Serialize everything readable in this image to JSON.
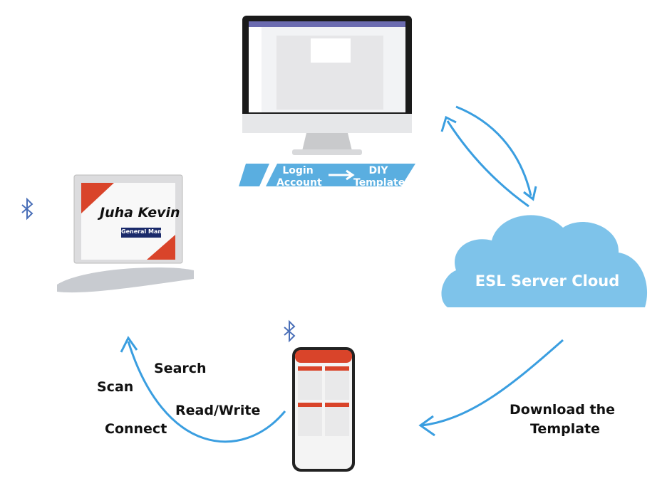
{
  "banner": {
    "step1": "Login\nAccount",
    "step1_line1": "Login",
    "step1_line2": "Account",
    "step2_line1": "DIY",
    "step2_line2": "Template"
  },
  "cloud": {
    "label": "ESL Server Cloud",
    "color": "#7ec3ea"
  },
  "display": {
    "name": "Juha Kevin",
    "title": "General Manager"
  },
  "labels": {
    "download_line1": "Download the",
    "download_line2": "Template",
    "search": "Search",
    "scan": "Scan",
    "readwrite": "Read/Write",
    "connect": "Connect"
  },
  "colors": {
    "arrow": "#3a9ee0",
    "accent_red": "#d9442a",
    "bluetooth": "#4a6fb8"
  },
  "icons": [
    "bluetooth-icon",
    "bluetooth-icon",
    "arrow-right-icon"
  ]
}
